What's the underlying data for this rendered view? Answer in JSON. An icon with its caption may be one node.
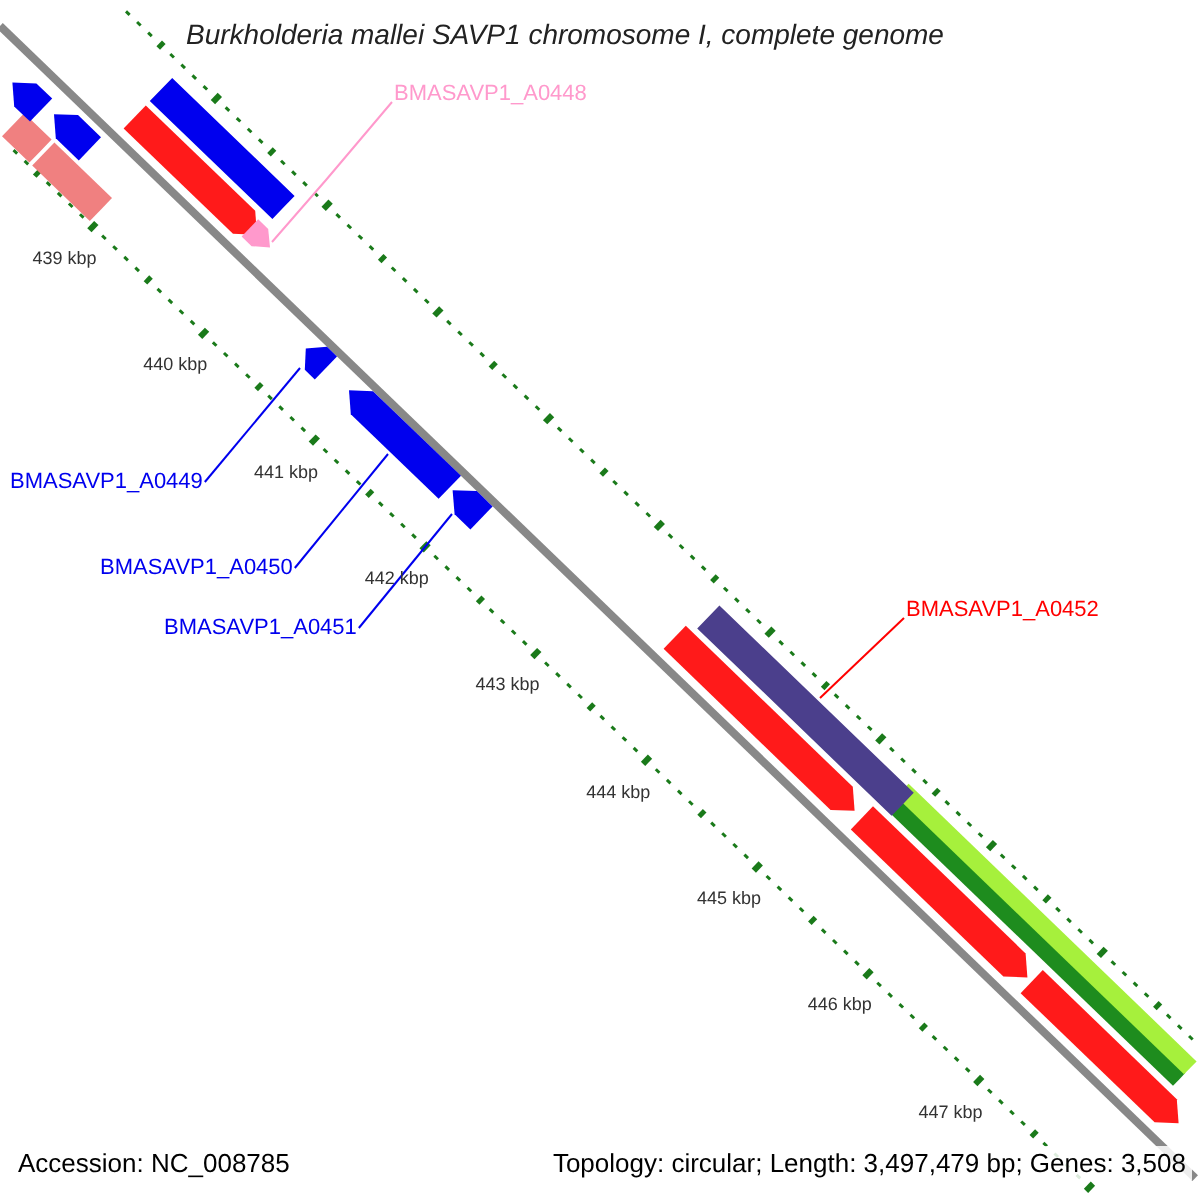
{
  "diagram": {
    "title": "Burkholderia mallei SAVP1 chromosome I, complete genome",
    "nodes": [
      {
        "text": [
          "BMASAVP1_A0448"
        ]
      },
      {
        "text": [],
        "shape": "arrow"
      },
      {
        "text": [
          "BMASAVP1_A0449"
        ]
      },
      {
        "text": [],
        "shape": "arrow"
      },
      {
        "text": [
          "BMASAVP1_A0450"
        ]
      },
      {
        "text": [],
        "shape": "arrow"
      },
      {
        "text": [
          "BMASAVP1_A0451"
        ]
      },
      {
        "text": [],
        "shape": "arrow"
      },
      {
        "text": [
          "BMASAVP1_A0452"
        ]
      },
      {
        "text": [],
        "shape": "bar"
      }
    ],
    "edges": [
      {
        "from": 0,
        "to": 1,
        "arrow": "none",
        "color": "#ff99cc"
      },
      {
        "from": 2,
        "to": 3,
        "arrow": "none"
      },
      {
        "from": 4,
        "to": 5,
        "arrow": "none"
      },
      {
        "from": 6,
        "to": 7,
        "arrow": "none"
      },
      {
        "from": 8,
        "to": 9,
        "arrow": "none",
        "color": "#ff0000"
      }
    ],
    "labels": [
      "439 kbp",
      "440 kbp",
      "441 kbp",
      "442 kbp",
      "443 kbp",
      "444 kbp",
      "445 kbp",
      "446 kbp",
      "447 kbp",
      "Accession: NC_008785",
      "Topology: circular; Length: 3,497,479 bp; Genes: 3,508"
    ]
  }
}
